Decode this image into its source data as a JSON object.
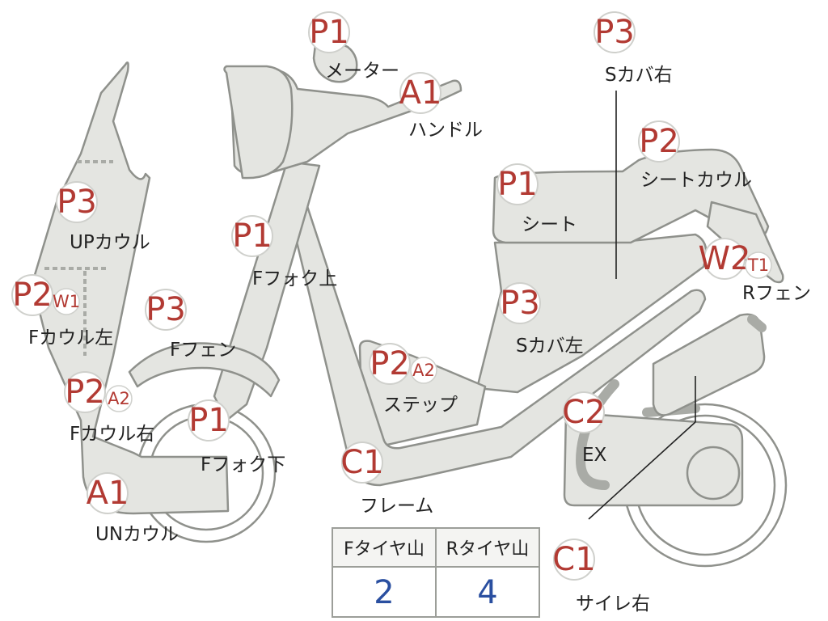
{
  "diagram": {
    "colors": {
      "body_fill": "#e4e5e1",
      "outline": "#8f918c",
      "code_text": "#b23a33",
      "label_text": "#222222",
      "tire_value_text": "#2a4fa0"
    },
    "parts": [
      {
        "id": "meter",
        "codes": [
          "P1"
        ],
        "label": "メーター"
      },
      {
        "id": "handle",
        "codes": [
          "A1"
        ],
        "label": "ハンドル"
      },
      {
        "id": "s-cover-right",
        "codes": [
          "P3"
        ],
        "label": "Sカバ右"
      },
      {
        "id": "seat-cowl",
        "codes": [
          "P2"
        ],
        "label": "シートカウル"
      },
      {
        "id": "seat",
        "codes": [
          "P1"
        ],
        "label": "シート"
      },
      {
        "id": "up-cowl",
        "codes": [
          "P3"
        ],
        "label": "UPカウル"
      },
      {
        "id": "f-fork-upper",
        "codes": [
          "P1"
        ],
        "label": "Fフォク上"
      },
      {
        "id": "r-fender",
        "codes": [
          "W2",
          "T1"
        ],
        "label": "Rフェン"
      },
      {
        "id": "f-cowl-left",
        "codes": [
          "P2",
          "W1"
        ],
        "label": "Fカウル左"
      },
      {
        "id": "f-fender",
        "codes": [
          "P3"
        ],
        "label": "Fフェン"
      },
      {
        "id": "s-cover-left",
        "codes": [
          "P3"
        ],
        "label": "Sカバ左"
      },
      {
        "id": "step",
        "codes": [
          "P2",
          "A2"
        ],
        "label": "ステップ"
      },
      {
        "id": "f-cowl-right",
        "codes": [
          "P2",
          "A2"
        ],
        "label": "Fカウル右"
      },
      {
        "id": "f-fork-lower",
        "codes": [
          "P1"
        ],
        "label": "Fフォク下"
      },
      {
        "id": "ex",
        "codes": [
          "C2"
        ],
        "label": "EX"
      },
      {
        "id": "frame",
        "codes": [
          "C1"
        ],
        "label": "フレーム"
      },
      {
        "id": "un-cowl",
        "codes": [
          "A1"
        ],
        "label": "UNカウル"
      },
      {
        "id": "silencer-right",
        "codes": [
          "C1"
        ],
        "label": "サイレ右"
      }
    ]
  },
  "tire_table": {
    "headers": [
      "Fタイヤ山",
      "Rタイヤ山"
    ],
    "values": [
      "2",
      "4"
    ]
  }
}
